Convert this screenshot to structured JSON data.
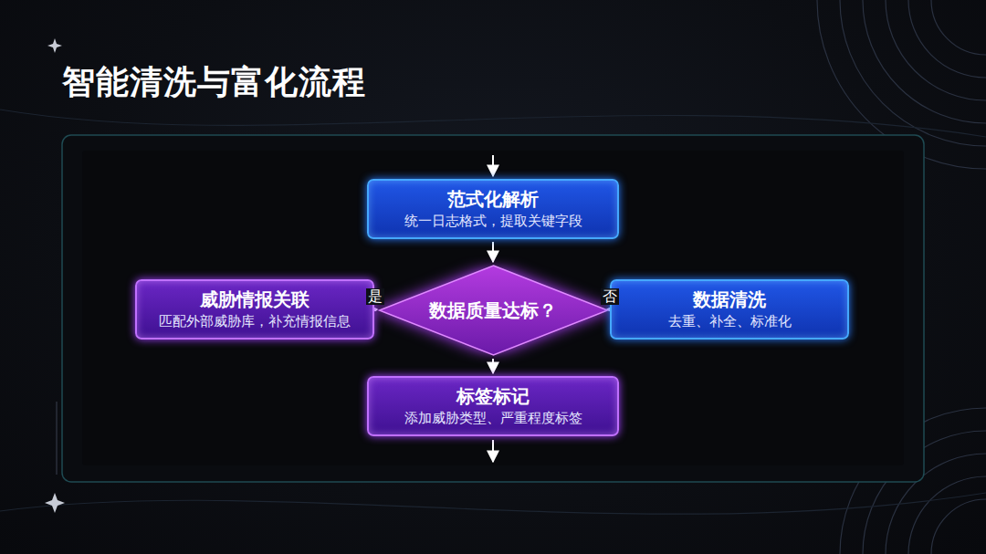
{
  "diagram": {
    "title": "智能清洗与富化流程",
    "nodes": [
      {
        "text": [
          "范式化解析",
          "统一日志格式，提取关键字段"
        ]
      },
      {
        "text": [
          "数据质量达标？"
        ]
      },
      {
        "text": [
          "威胁情报关联",
          "匹配外部威胁库，补充情报信息"
        ]
      },
      {
        "text": [
          "数据清洗",
          "去重、补全、标准化"
        ]
      },
      {
        "text": [
          "标签标记",
          "添加威胁类型、严重程度标签"
        ]
      }
    ],
    "edges": [
      {
        "from": 0,
        "to": 1,
        "arrow": "to"
      },
      {
        "from": 1,
        "to": 2,
        "arrow": "to",
        "label": "是"
      },
      {
        "from": 1,
        "to": 3,
        "arrow": "to",
        "label": "否"
      },
      {
        "from": 1,
        "to": 4,
        "arrow": "to"
      }
    ]
  }
}
